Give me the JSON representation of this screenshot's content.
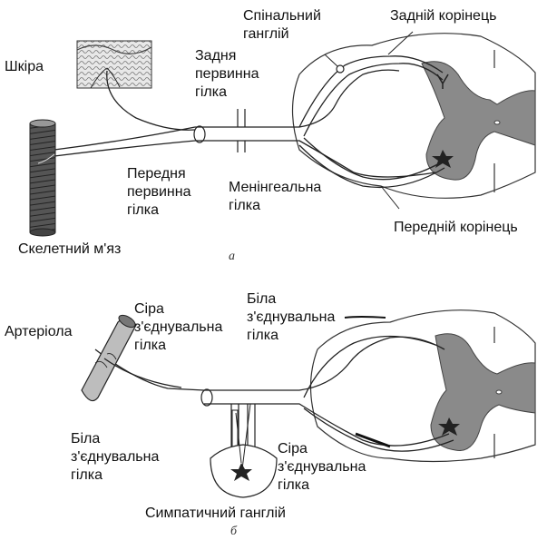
{
  "panel_a": {
    "letter": "а",
    "labels": {
      "skin": "Шкіра",
      "spinal_ganglion": "Спінальний\nганглій",
      "dorsal_root": "Задній корінець",
      "dorsal_ramus": "Задня\nпервинна\nгілка",
      "ventral_ramus": "Передня\nпервинна\nгілка",
      "meningeal_branch": "Менінгеальна\nгілка",
      "ventral_root": "Передній корінець",
      "skeletal_muscle": "Скелетний м'яз"
    }
  },
  "panel_b": {
    "letter": "б",
    "labels": {
      "arteriole": "Артеріола",
      "gray_ramus_top": "Сіра\nз'єднувальна\nгілка",
      "white_ramus_top": "Біла\nз'єднувальна\nгілка",
      "white_ramus_bottom": "Біла\nз'єднувальна\nгілка",
      "gray_ramus_bottom": "Сіра\nз'єднувальна\nгілка",
      "sympathetic_ganglion": "Симпатичний ганглій"
    }
  }
}
